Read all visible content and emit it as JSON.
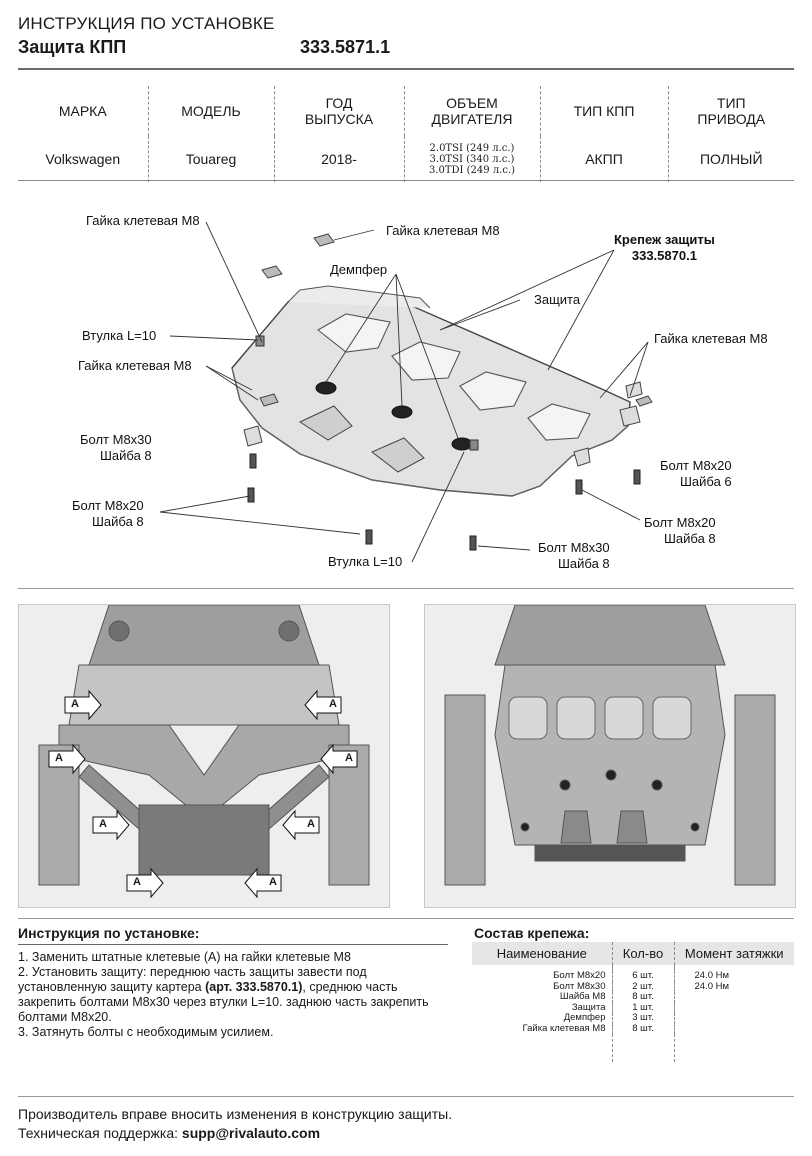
{
  "header": {
    "doc_title": "ИНСТРУКЦИЯ ПО УСТАНОВКЕ",
    "product": "Защита КПП",
    "article": "333.5871.1"
  },
  "spec_table": {
    "headers": [
      "МАРКА",
      "МОДЕЛЬ",
      "ГОД\nВЫПУСКА",
      "ОБЪЕМ\nДВИГАТЕЛЯ",
      "ТИП КПП",
      "ТИП\nПРИВОДА"
    ],
    "row": {
      "brand": "Volkswagen",
      "model": "Touareg",
      "year": "2018-",
      "engines": [
        "2.0TSI (249 л.с.)",
        "3.0TSI (340 л.с.)",
        "3.0TDI (249 л.с.)"
      ],
      "gearbox": "АКПП",
      "drive": "ПОЛНЫЙ"
    }
  },
  "diagram": {
    "callouts": {
      "nut_top_left": "Гайка клетевая М8",
      "nut_top_mid": "Гайка клетевая М8",
      "mount_title": "Крепеж защиты",
      "mount_article": "333.5870.1",
      "damper": "Демпфер",
      "guard": "Защита",
      "bushing_top": "Втулка L=10",
      "nut_left": "Гайка клетевая М8",
      "nut_right": "Гайка клетевая М8",
      "bolt_m8x30_left": "Болт М8х30",
      "washer_left": "Шайба 8",
      "bolt_m8x20_right": "Болт М8х20",
      "washer6_right": "Шайба 6",
      "bolt_m8x20_left": "Болт М8х20",
      "washer_left2": "Шайба 8",
      "bolt_m8x20_right2": "Болт М8х20",
      "washer_right2": "Шайба 8",
      "bushing_bottom": "Втулка L=10",
      "bolt_m8x30_bottom": "Болт М8х30",
      "washer_bottom": "Шайба 8"
    },
    "photo_marker": "A"
  },
  "instructions": {
    "title": "Инструкция по установке:",
    "step1": "1. Заменить штатные клетевые (А) на гайки клетевые М8",
    "step2_a": "2. Установить защиту: переднюю часть защиты завести под установленную защиту картера ",
    "step2_ref": "(арт. 333.5870.1)",
    "step2_b": ", среднюю  часть закрепить болтами М8х30 через втулки L=10. заднюю часть закрепить болтами М8х20.",
    "step3": "3. Затянуть болты с необходимым усилием."
  },
  "fasteners": {
    "title": "Состав крепежа:",
    "headers": [
      "Наименование",
      "Кол-во",
      "Момент затяжки"
    ],
    "rows": [
      {
        "name": "Болт М8х20",
        "qty": "6 шт.",
        "torque": "24.0 Нм"
      },
      {
        "name": "Болт М8х30",
        "qty": "2 шт.",
        "torque": "24.0 Нм"
      },
      {
        "name": "Шайба М8",
        "qty": "8 шт.",
        "torque": ""
      },
      {
        "name": "Защита",
        "qty": "1 шт.",
        "torque": ""
      },
      {
        "name": "Демпфер",
        "qty": "3 шт.",
        "torque": ""
      },
      {
        "name": "Гайка клетевая М8",
        "qty": "8 шт.",
        "torque": ""
      }
    ]
  },
  "footer": {
    "notice": "Производитель вправе вносить изменения в конструкцию защиты.",
    "support_label": "Техническая поддержка: ",
    "support_email": "supp@rivalauto.com"
  }
}
